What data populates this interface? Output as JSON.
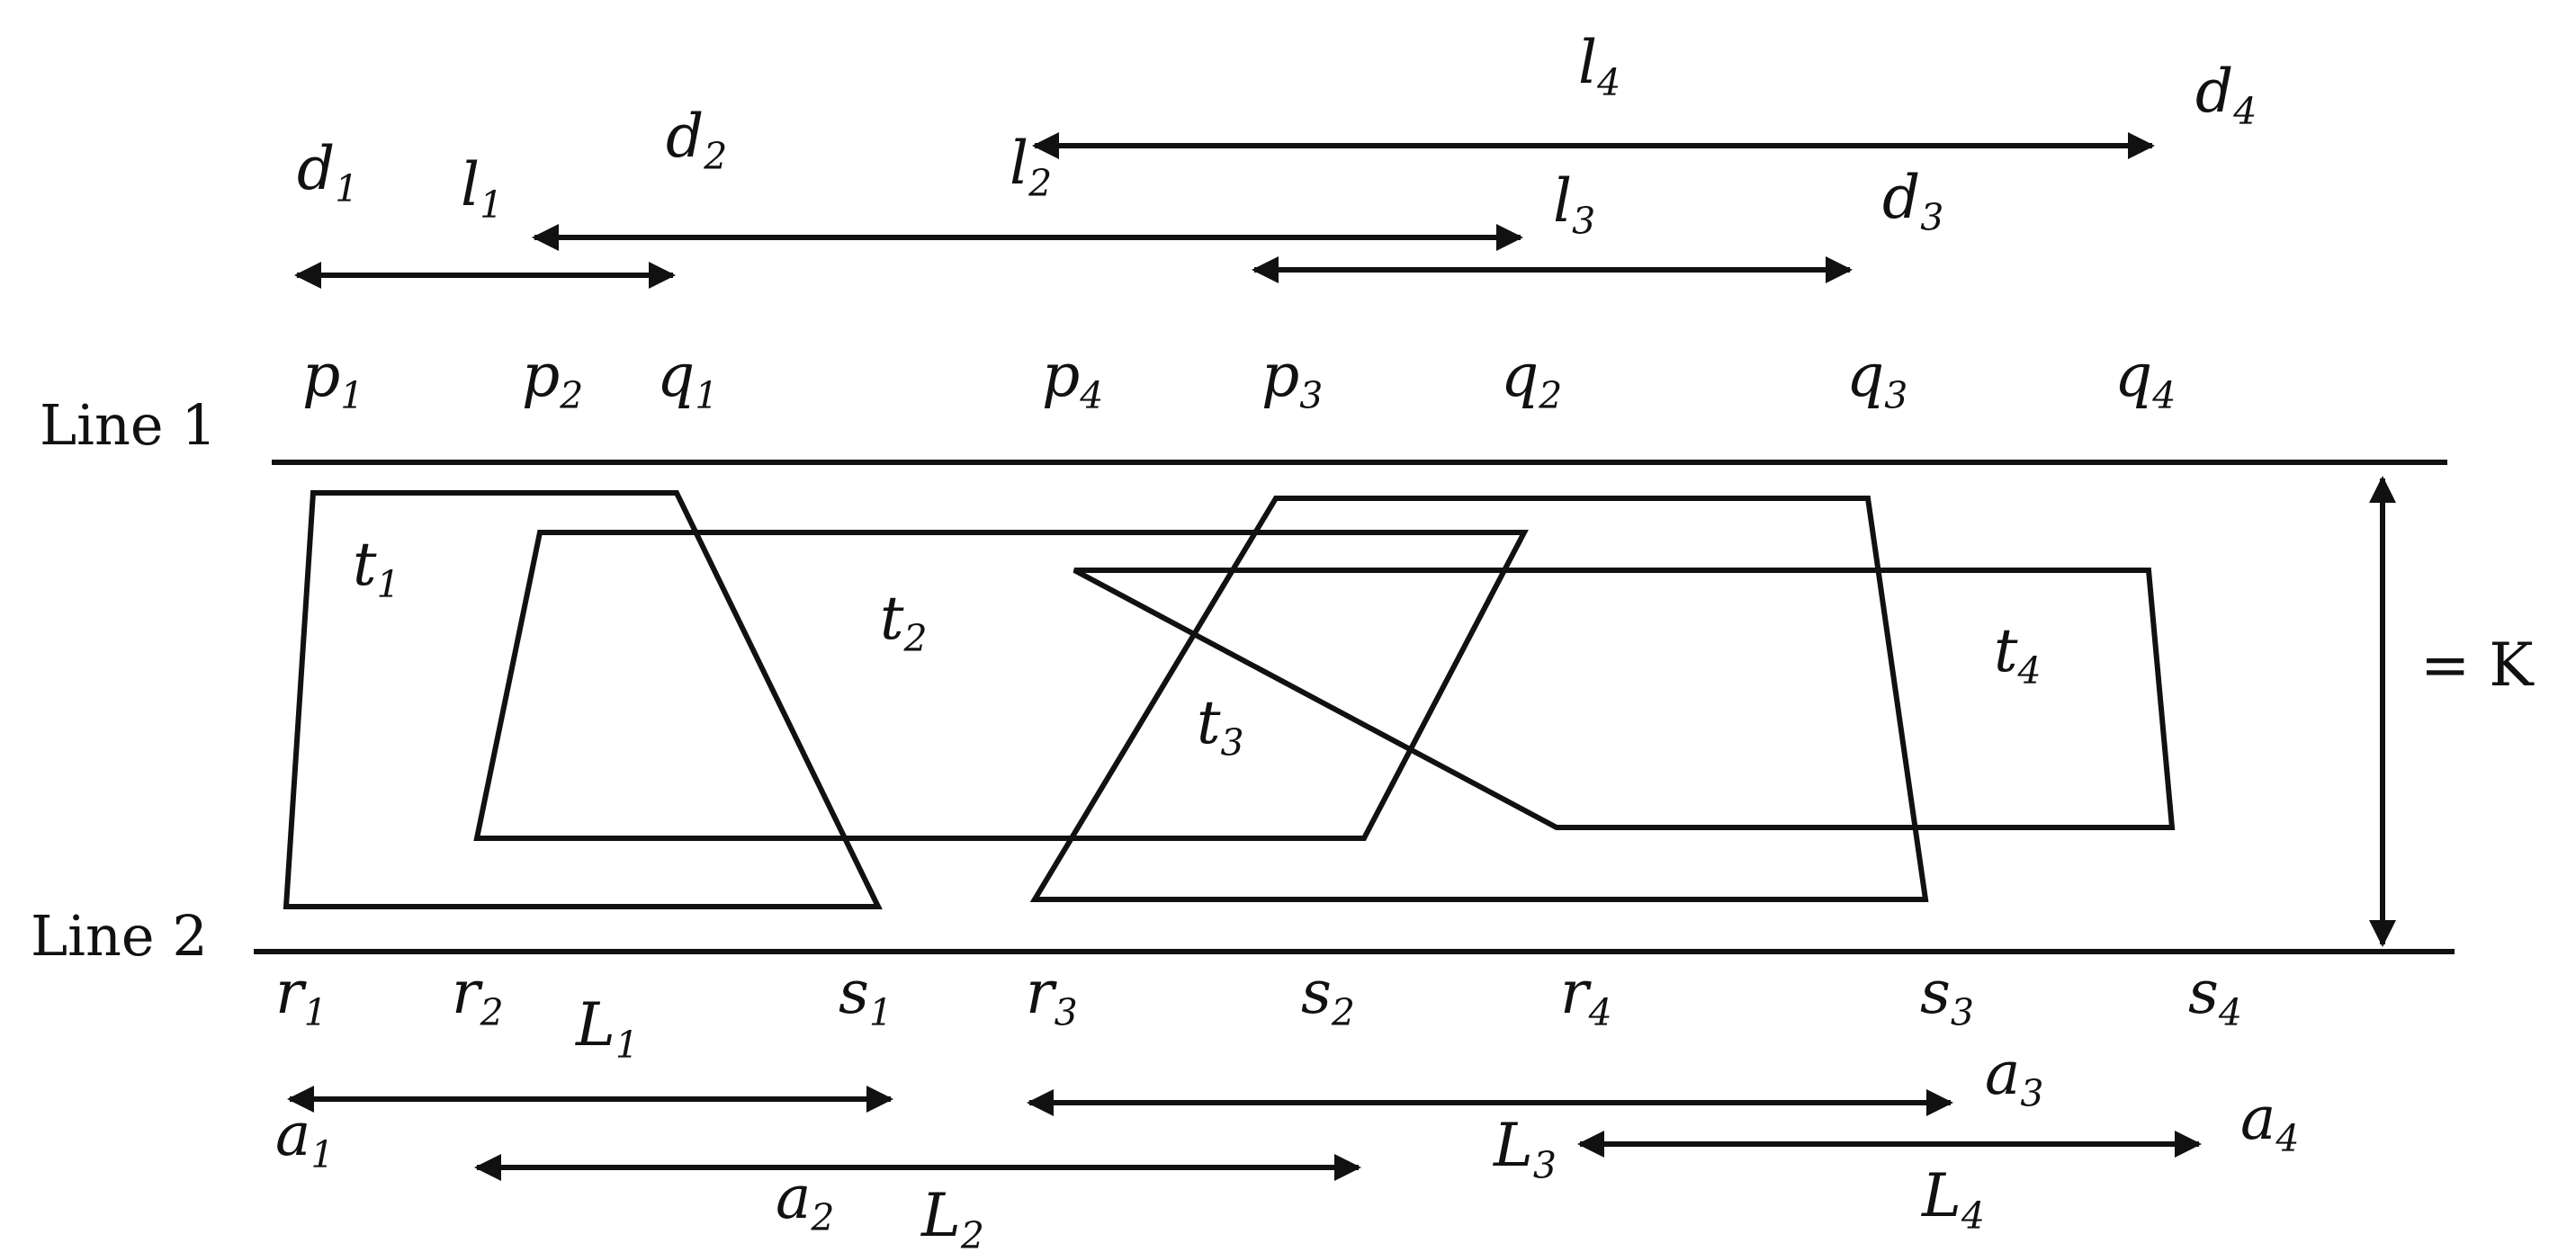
{
  "lines": {
    "line1": "Line 1",
    "line2": "Line 2"
  },
  "k_label": "= K",
  "top_points": [
    {
      "base": "p",
      "sub": "1"
    },
    {
      "base": "p",
      "sub": "2"
    },
    {
      "base": "q",
      "sub": "1"
    },
    {
      "base": "p",
      "sub": "4"
    },
    {
      "base": "p",
      "sub": "3"
    },
    {
      "base": "q",
      "sub": "2"
    },
    {
      "base": "q",
      "sub": "3"
    },
    {
      "base": "q",
      "sub": "4"
    }
  ],
  "bottom_points": [
    {
      "base": "r",
      "sub": "1"
    },
    {
      "base": "r",
      "sub": "2"
    },
    {
      "base": "s",
      "sub": "1"
    },
    {
      "base": "r",
      "sub": "3"
    },
    {
      "base": "s",
      "sub": "2"
    },
    {
      "base": "r",
      "sub": "4"
    },
    {
      "base": "s",
      "sub": "3"
    },
    {
      "base": "s",
      "sub": "4"
    }
  ],
  "shapes": [
    {
      "base": "t",
      "sub": "1"
    },
    {
      "base": "t",
      "sub": "2"
    },
    {
      "base": "t",
      "sub": "3"
    },
    {
      "base": "t",
      "sub": "4"
    }
  ],
  "top_labels": [
    {
      "base": "d",
      "sub": "1"
    },
    {
      "base": "l",
      "sub": "1"
    },
    {
      "base": "d",
      "sub": "2"
    },
    {
      "base": "l",
      "sub": "2"
    },
    {
      "base": "l",
      "sub": "3"
    },
    {
      "base": "d",
      "sub": "3"
    },
    {
      "base": "l",
      "sub": "4"
    },
    {
      "base": "d",
      "sub": "4"
    }
  ],
  "bottom_labels": [
    {
      "base": "L",
      "sub": "1"
    },
    {
      "base": "a",
      "sub": "1"
    },
    {
      "base": "a",
      "sub": "2"
    },
    {
      "base": "L",
      "sub": "2"
    },
    {
      "base": "a",
      "sub": "3"
    },
    {
      "base": "L",
      "sub": "3"
    },
    {
      "base": "a",
      "sub": "4"
    },
    {
      "base": "L",
      "sub": "4"
    }
  ]
}
